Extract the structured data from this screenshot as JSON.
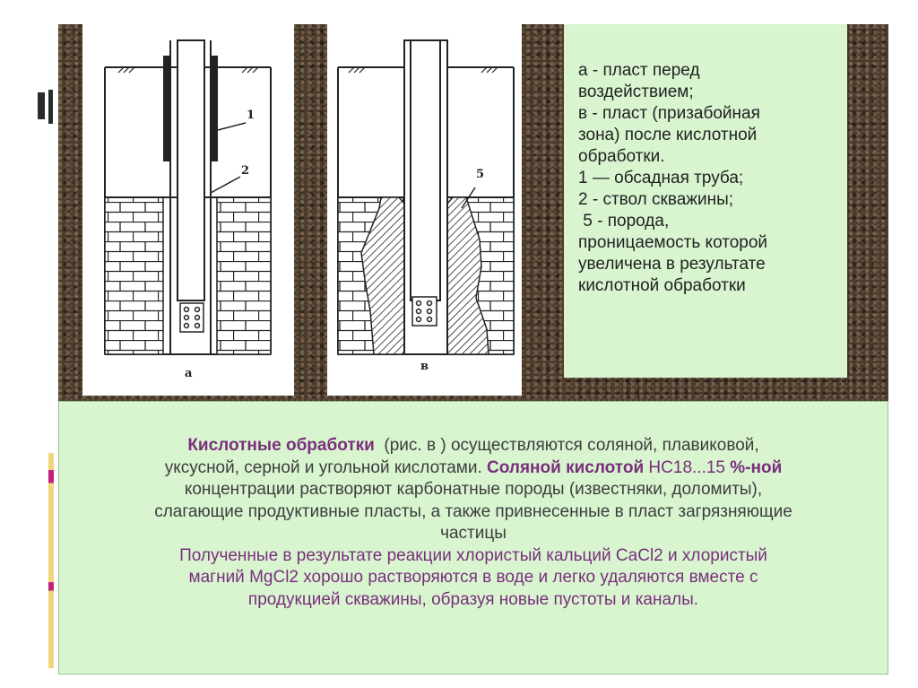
{
  "figure": {
    "label_a": "а",
    "label_b": "в",
    "callout_1": "1",
    "callout_2": "2",
    "callout_5": "5"
  },
  "legend": {
    "lines": [
      "а - пласт перед",
      "воздействием;",
      "в - пласт (призабойная",
      "зона) после кислотной",
      "обработки.",
      "1 — обсадная труба;",
      "2 - ствол скважины;",
      " 5 - порода,",
      "проницаемость которой",
      "увеличена в результате",
      "кислотной обработки"
    ]
  },
  "text": {
    "l1_bold": "Кислотные обработки",
    "l1_rest": "  (рис. в ) осуществляются соляной, плавиковой,",
    "l2_a": "уксусной, серной и угольной кислотами. ",
    "l2_bold": "Соляной кислотой",
    "l2_mid": " НС18...15 ",
    "l2_bold2": "%-ной",
    "l3": "концентрации растворяют карбонатные породы (известняки, доломиты),",
    "l4": "слагающие продуктивные пласты, а также привнесенные в пласт загрязняющие",
    "l5": "частицы",
    "l6": "Полученные в результате реакции хлористый кальций CaCl2 и хлористый",
    "l7": "магний MgCl2 хорошо растворяются в воде и легко удаляются вместе с",
    "l8": "продукцией скважины, образуя новые пустоты и каналы."
  }
}
